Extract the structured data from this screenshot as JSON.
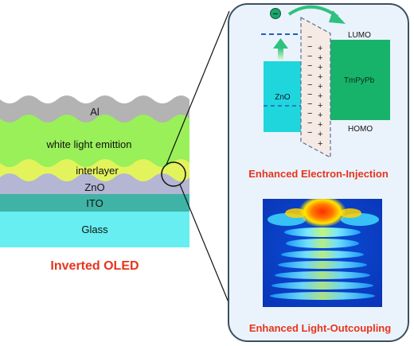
{
  "device": {
    "layers": {
      "al": "Al",
      "white": "white light emittion",
      "interlayer": "interlayer",
      "zno": "ZnO",
      "ito": "ITO",
      "glass": "Glass"
    },
    "caption": "Inverted OLED"
  },
  "zoom_panel": {
    "energy_diagram": {
      "zno_label": "ZnO",
      "tmpypb_label": "TmPyPb",
      "lumo_label": "LUMO",
      "homo_label": "HOMO",
      "electron_symbol": "−",
      "plus_sign": "+",
      "minus_sign": "−"
    },
    "electron_injection_title": "Enhanced Electron-Injection",
    "light_outcoupling_title": "Enhanced Light-Outcoupling"
  },
  "colors": {
    "al": "#b3b3b3",
    "white_layer": "#99f059",
    "interlayer": "#e3f35c",
    "zno_layer": "#b5b5d4",
    "ito": "#3fb3a6",
    "glass": "#67eef0",
    "zno_block": "#1fd6dc",
    "tmpypb_block": "#18b36b",
    "panel_bg": "#eaf3fb",
    "panel_border": "#3c4f60",
    "title_red": "#e8341c",
    "arrow_green": "#2ec27e"
  }
}
